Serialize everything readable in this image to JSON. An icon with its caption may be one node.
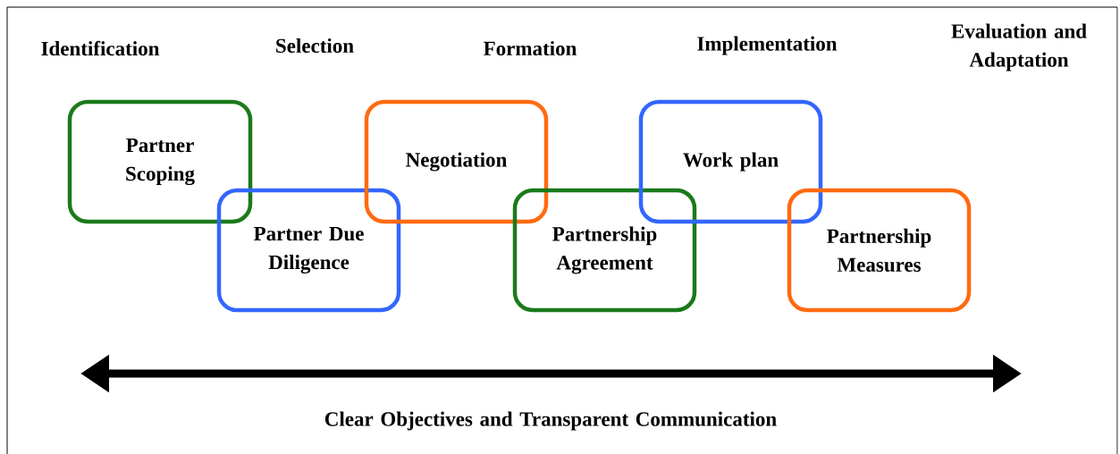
{
  "diagram": {
    "nodes": [
      {
        "text": [
          "Partner Scoping"
        ]
      },
      {
        "text": [
          "Partner Due Diligence"
        ]
      },
      {
        "text": [
          "Negotiation"
        ]
      },
      {
        "text": [
          "Partnership Agreement"
        ]
      },
      {
        "text": [
          "Work plan"
        ]
      },
      {
        "text": [
          "Partnership Measures"
        ]
      }
    ],
    "labels": [
      "Identification",
      "Selection",
      "Formation",
      "Implementation",
      "Evaluation and Adaptation",
      "Clear Objectives and Transparent Communication"
    ]
  }
}
